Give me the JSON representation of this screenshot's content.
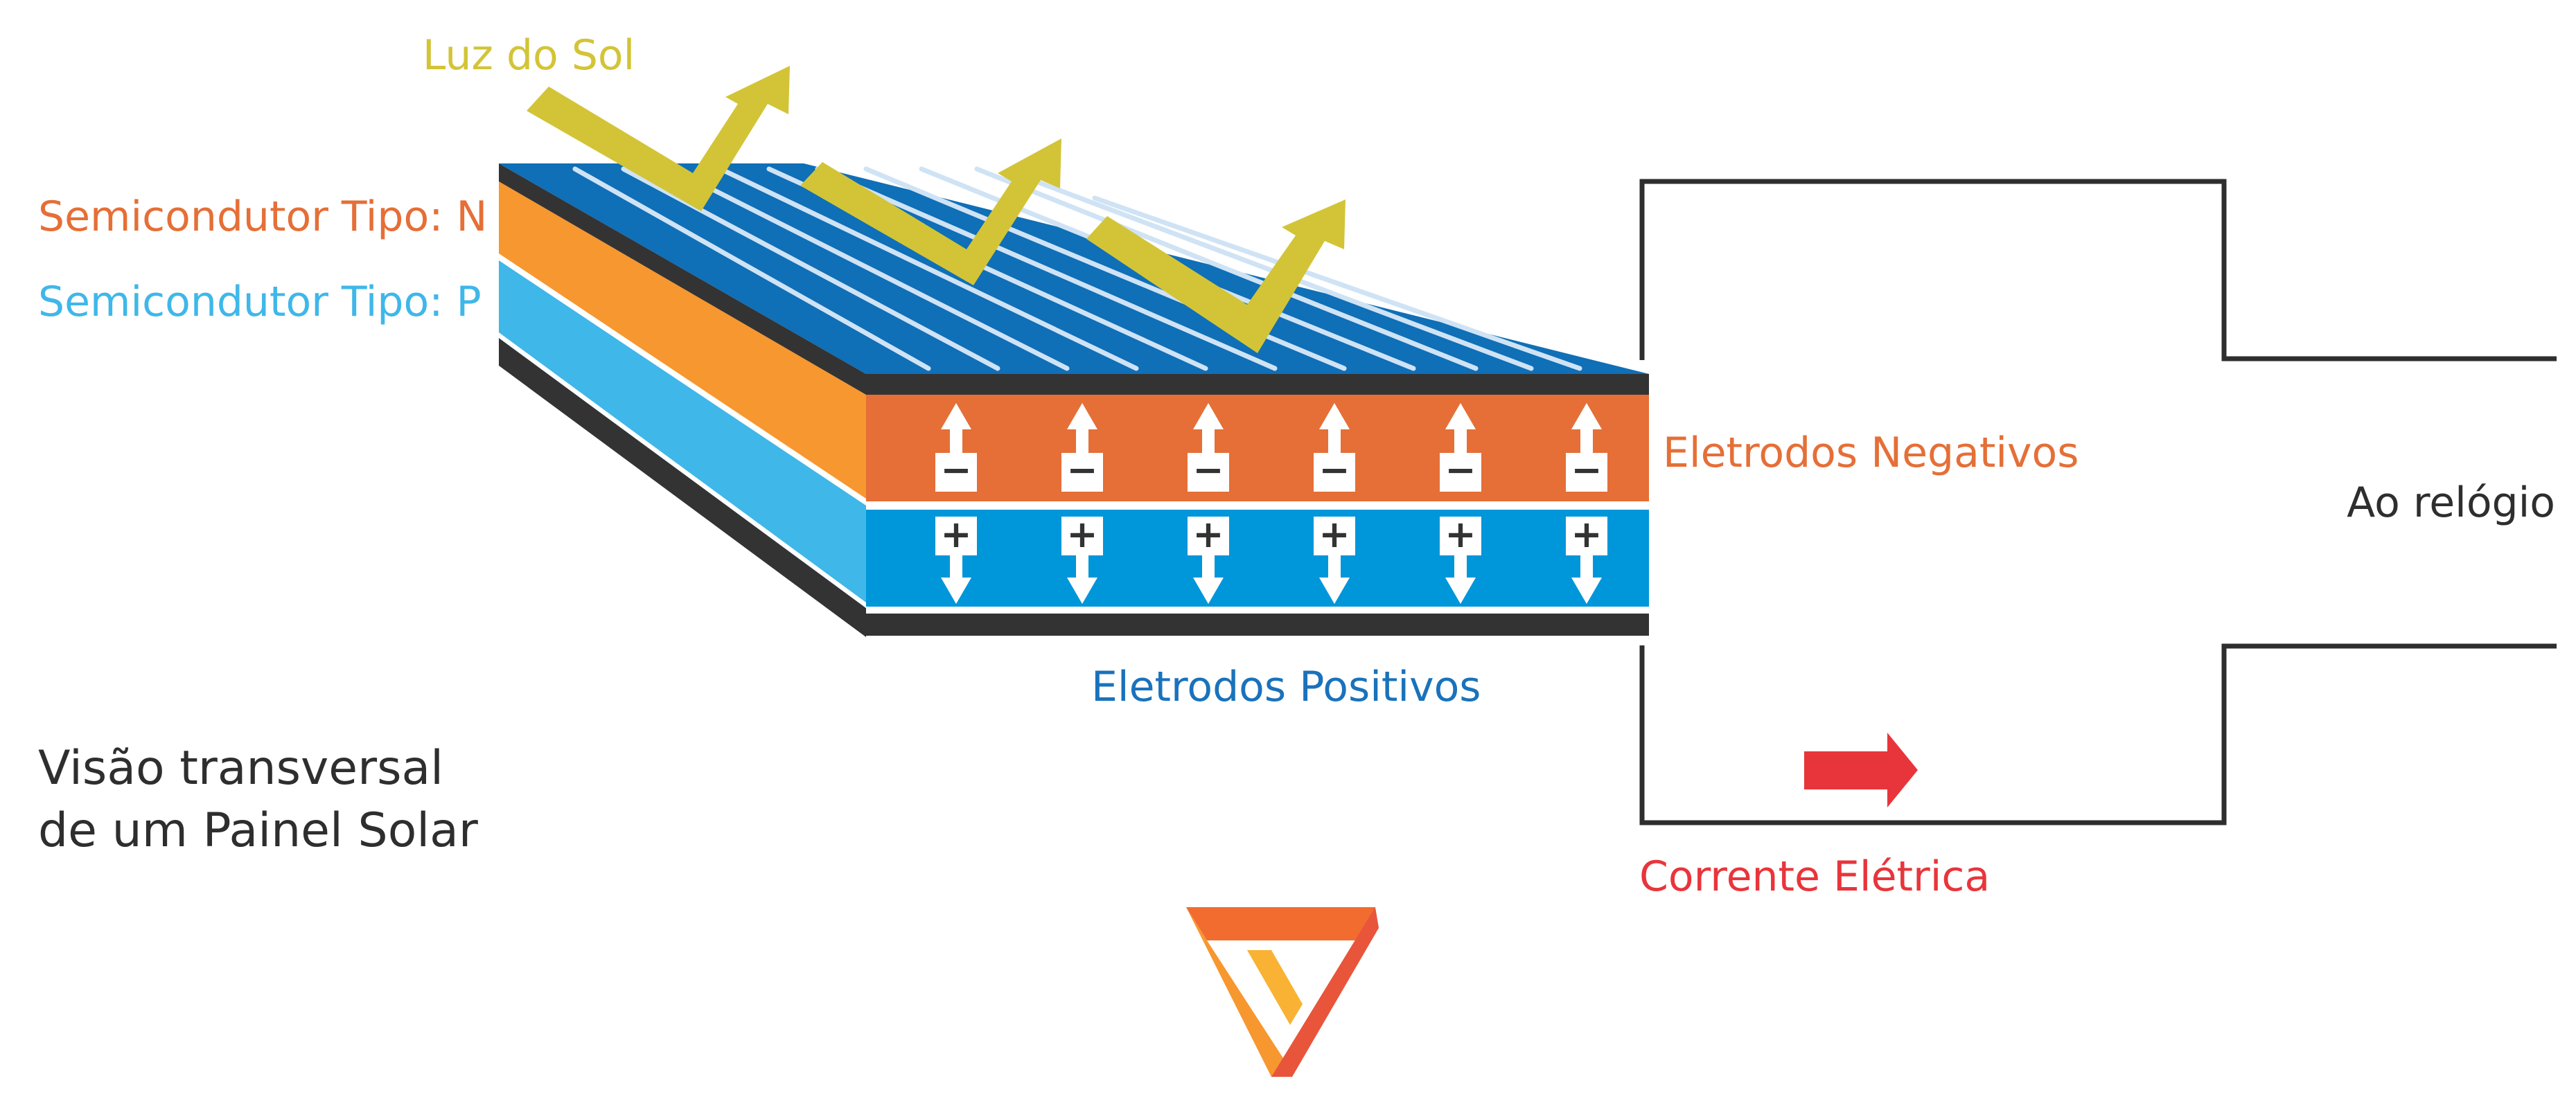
{
  "labels": {
    "sunlight": "Luz do Sol",
    "n_type": "Semicondutor Tipo: N",
    "p_type": "Semicondutor Tipo: P",
    "negative_electrodes": "Eletrodos Negativos",
    "positive_electrodes": "Eletrodos Positivos",
    "to_clock": "Ao relógio",
    "current": "Corrente Elétrica",
    "caption_line1": "Visão transversal",
    "caption_line2": "de um Painel Solar"
  },
  "charges": {
    "negative_symbol": "−",
    "positive_symbol": "+",
    "columns": 6
  },
  "colors": {
    "sunlight": "#D3C437",
    "n_type": "#E56F37",
    "p_type": "#3FB7E9",
    "negative_electrodes": "#E56F37",
    "positive_electrodes": "#1A72BB",
    "current": "#E8353B",
    "to_clock": "#2E2E2E",
    "caption": "#2E2E2E",
    "circuit_wire": "#2E2E2E",
    "panel_top": "#0F6FB7",
    "panel_edge": "#333333"
  },
  "icons": {
    "charge_up_arrow": "arrow-up-icon",
    "charge_down_arrow": "arrow-down-icon",
    "current_arrow": "arrow-right-icon",
    "logo": "impossible-triangle-logo"
  }
}
